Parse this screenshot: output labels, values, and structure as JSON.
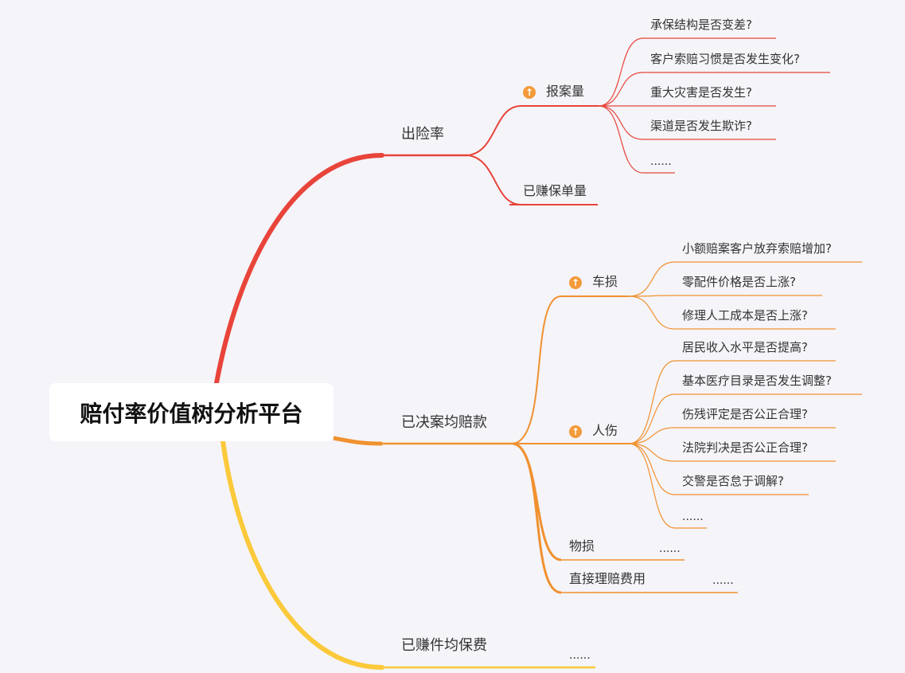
{
  "root": {
    "title": "赔付率价值树分析平台"
  },
  "branches": {
    "claim_rate": {
      "label": "出险率",
      "color": "#e8443a",
      "report_volume": {
        "label": "报案量",
        "badge_icon": "arrow-up-icon",
        "items": [
          "承保结构是否变差?",
          "客户索赔习惯是否发生变化?",
          "重大灾害是否发生?",
          "渠道是否发生欺诈?",
          "......"
        ]
      },
      "earned_policies": {
        "label": "已赚保单量"
      }
    },
    "avg_claim_paid": {
      "label": "已决案均赔款",
      "color": "#f0912f",
      "vehicle_damage": {
        "label": "车损",
        "badge_icon": "arrow-up-icon",
        "items": [
          "小额赔案客户放弃索赔增加?",
          "零配件价格是否上涨?",
          "修理人工成本是否上涨?"
        ]
      },
      "injury": {
        "label": "人伤",
        "badge_icon": "arrow-up-icon",
        "items": [
          "居民收入水平是否提高?",
          "基本医疗目录是否发生调整?",
          "伤残评定是否公正合理?",
          "法院判决是否公正合理?",
          "交警是否怠于调解?",
          "......"
        ]
      },
      "property_damage": {
        "label": "物损",
        "ellipsis": "......"
      },
      "direct_expense": {
        "label": "直接理赔费用",
        "ellipsis": "......"
      }
    },
    "avg_earned_premium": {
      "label": "已赚件均保费",
      "color": "#fbc93a",
      "ellipsis": "......"
    }
  }
}
